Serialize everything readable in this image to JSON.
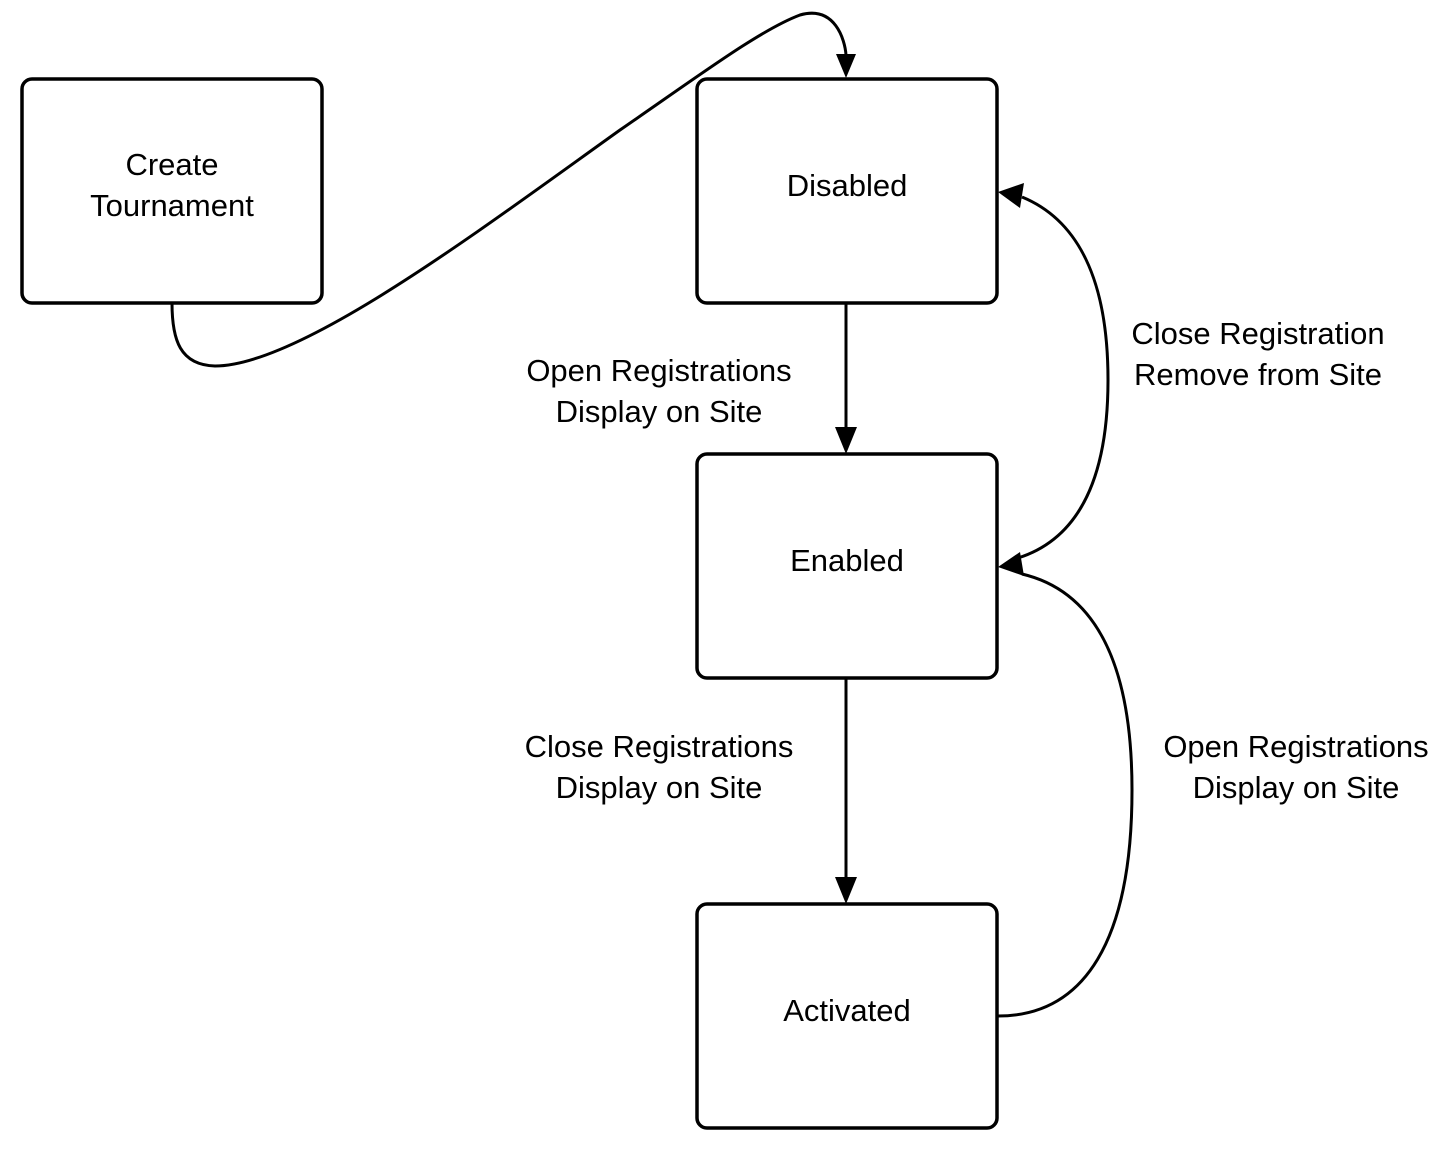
{
  "nodes": {
    "create": {
      "line1": "Create",
      "line2": "Tournament"
    },
    "disabled": {
      "label": "Disabled"
    },
    "enabled": {
      "label": "Enabled"
    },
    "activated": {
      "label": "Activated"
    }
  },
  "edges": {
    "disabled_to_enabled": {
      "line1": "Open Registrations",
      "line2": "Display on Site"
    },
    "enabled_to_activated": {
      "line1": "Close Registrations",
      "line2": "Display on Site"
    },
    "enabled_to_disabled": {
      "line1": "Close Registration",
      "line2": "Remove from Site"
    },
    "activated_to_enabled": {
      "line1": "Open Registrations",
      "line2": "Display on Site"
    }
  }
}
